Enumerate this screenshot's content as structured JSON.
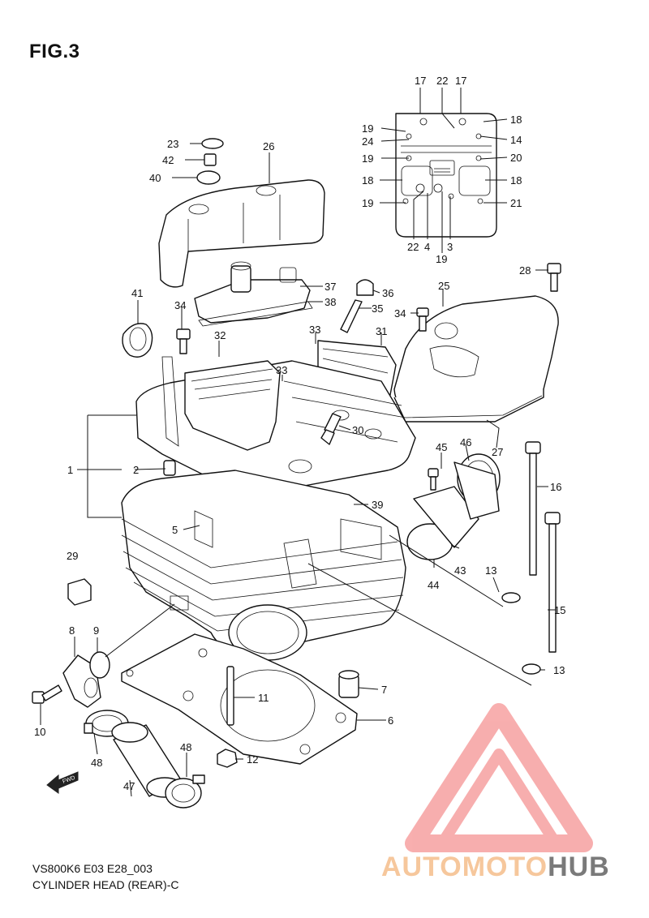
{
  "figure": {
    "title": "FIG.3",
    "code": "VS800K6 E03 E28_003",
    "name": "CYLINDER HEAD (REAR)-C",
    "fwd_label": "FWD"
  },
  "watermark": {
    "text_part1": "AUTOMOTO",
    "text_part2": "HUB",
    "color_light": "#f6c79c",
    "color_gray": "#7a7a7a",
    "mark_color": "#f26d6d"
  },
  "callouts": [
    {
      "id": "c17a",
      "label": "17"
    },
    {
      "id": "c22a",
      "label": "22"
    },
    {
      "id": "c17b",
      "label": "17"
    },
    {
      "id": "c19a",
      "label": "19"
    },
    {
      "id": "c18a",
      "label": "18"
    },
    {
      "id": "c24",
      "label": "24"
    },
    {
      "id": "c14",
      "label": "14"
    },
    {
      "id": "c19b",
      "label": "19"
    },
    {
      "id": "c20",
      "label": "20"
    },
    {
      "id": "c18b",
      "label": "18"
    },
    {
      "id": "c18c",
      "label": "18"
    },
    {
      "id": "c19c",
      "label": "19"
    },
    {
      "id": "c21",
      "label": "21"
    },
    {
      "id": "c22b",
      "label": "22"
    },
    {
      "id": "c4",
      "label": "4"
    },
    {
      "id": "c3",
      "label": "3"
    },
    {
      "id": "c19d",
      "label": "19"
    },
    {
      "id": "c23",
      "label": "23"
    },
    {
      "id": "c26",
      "label": "26"
    },
    {
      "id": "c42",
      "label": "42"
    },
    {
      "id": "c40",
      "label": "40"
    },
    {
      "id": "c28",
      "label": "28"
    },
    {
      "id": "c37",
      "label": "37"
    },
    {
      "id": "c36",
      "label": "36"
    },
    {
      "id": "c38",
      "label": "38"
    },
    {
      "id": "c35",
      "label": "35"
    },
    {
      "id": "c25",
      "label": "25"
    },
    {
      "id": "c41",
      "label": "41"
    },
    {
      "id": "c34a",
      "label": "34"
    },
    {
      "id": "c34b",
      "label": "34"
    },
    {
      "id": "c33a",
      "label": "33"
    },
    {
      "id": "c31",
      "label": "31"
    },
    {
      "id": "c32",
      "label": "32"
    },
    {
      "id": "c33b",
      "label": "33"
    },
    {
      "id": "c30",
      "label": "30"
    },
    {
      "id": "c27",
      "label": "27"
    },
    {
      "id": "c45",
      "label": "45"
    },
    {
      "id": "c46",
      "label": "46"
    },
    {
      "id": "c1",
      "label": "1"
    },
    {
      "id": "c2",
      "label": "2"
    },
    {
      "id": "c16",
      "label": "16"
    },
    {
      "id": "c39",
      "label": "39"
    },
    {
      "id": "c5",
      "label": "5"
    },
    {
      "id": "c29",
      "label": "29"
    },
    {
      "id": "c43",
      "label": "43"
    },
    {
      "id": "c44",
      "label": "44"
    },
    {
      "id": "c13a",
      "label": "13"
    },
    {
      "id": "c15",
      "label": "15"
    },
    {
      "id": "c8",
      "label": "8"
    },
    {
      "id": "c9",
      "label": "9"
    },
    {
      "id": "c13b",
      "label": "13"
    },
    {
      "id": "c7",
      "label": "7"
    },
    {
      "id": "c11",
      "label": "11"
    },
    {
      "id": "c10",
      "label": "10"
    },
    {
      "id": "c6",
      "label": "6"
    },
    {
      "id": "c48a",
      "label": "48"
    },
    {
      "id": "c48b",
      "label": "48"
    },
    {
      "id": "c12",
      "label": "12"
    },
    {
      "id": "c47",
      "label": "47"
    }
  ]
}
